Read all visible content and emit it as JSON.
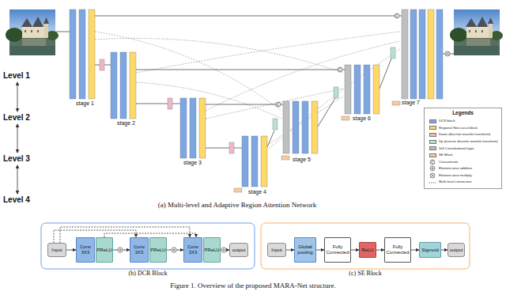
{
  "diagram": {
    "caption": "Figure 1. Overview of the proposed MARA-Net structure.",
    "nodes": [
      {
        "text": [
          "Input"
        ]
      },
      {
        "text": [
          "Conv 3X3"
        ]
      },
      {
        "text": [
          "PReLU"
        ]
      },
      {
        "text": [
          "Conv 3X3"
        ]
      },
      {
        "text": [
          "PReLU"
        ]
      },
      {
        "text": [
          "Conv 3X3"
        ]
      },
      {
        "text": [
          "PReLU"
        ]
      },
      {
        "text": [
          "output"
        ]
      },
      {
        "text": [
          "Input"
        ]
      },
      {
        "text": [
          "Global pooling"
        ]
      },
      {
        "text": [
          "Fully Connected"
        ]
      },
      {
        "text": [
          "ReLU"
        ]
      },
      {
        "text": [
          "Fully Connected"
        ]
      },
      {
        "text": [
          "Sigmoid"
        ]
      },
      {
        "text": [
          "output"
        ]
      }
    ],
    "edges": [
      {
        "from": 0,
        "to": 1,
        "arrow": "to"
      },
      {
        "from": 2,
        "to": 3,
        "arrow": "to"
      },
      {
        "from": 4,
        "to": 5,
        "arrow": "to"
      },
      {
        "from": 6,
        "to": 7,
        "arrow": "to"
      },
      {
        "from": 0,
        "to": 3,
        "arrow": "to"
      },
      {
        "from": 0,
        "to": 5,
        "arrow": "to"
      },
      {
        "from": 2,
        "to": 5,
        "arrow": "to"
      },
      {
        "from": 8,
        "to": 9,
        "arrow": "to"
      },
      {
        "from": 9,
        "to": 10,
        "arrow": "to"
      },
      {
        "from": 10,
        "to": 11,
        "arrow": "to"
      },
      {
        "from": 11,
        "to": 12,
        "arrow": "to"
      },
      {
        "from": 12,
        "to": 13,
        "arrow": "to"
      },
      {
        "from": 13,
        "to": 14,
        "arrow": "to"
      }
    ],
    "labels": [
      "Level 1",
      "Level 2",
      "Level 3",
      "Level 4",
      "stage 1",
      "stage 2",
      "stage 3",
      "stage 4",
      "stage 5",
      "stage 6",
      "stage 7",
      "Legends",
      "(a) Multi-level and Adaptive Region Attention Network",
      "(b) DCR Block",
      "(c) SE Block"
    ],
    "legend": [
      {
        "text": "DCR block",
        "color": "#7ea6e0"
      },
      {
        "text": "Regional Non-Local block",
        "color": "#ffd966"
      },
      {
        "text": "Down (discrete wavelet transform)",
        "color": "#f4b6c2"
      },
      {
        "text": "Up (inverse discrete wavelet transform)",
        "color": "#b7e1cd"
      },
      {
        "text": "3x3 Convolutional layer",
        "color": "#bfbfbf"
      },
      {
        "text": "SE Block",
        "color": "#f9cb9c"
      },
      {
        "text": "Concatenate"
      },
      {
        "text": "Element-wise addition"
      },
      {
        "text": "Element-wise multiply"
      },
      {
        "text": "Multi-level connection"
      }
    ]
  }
}
